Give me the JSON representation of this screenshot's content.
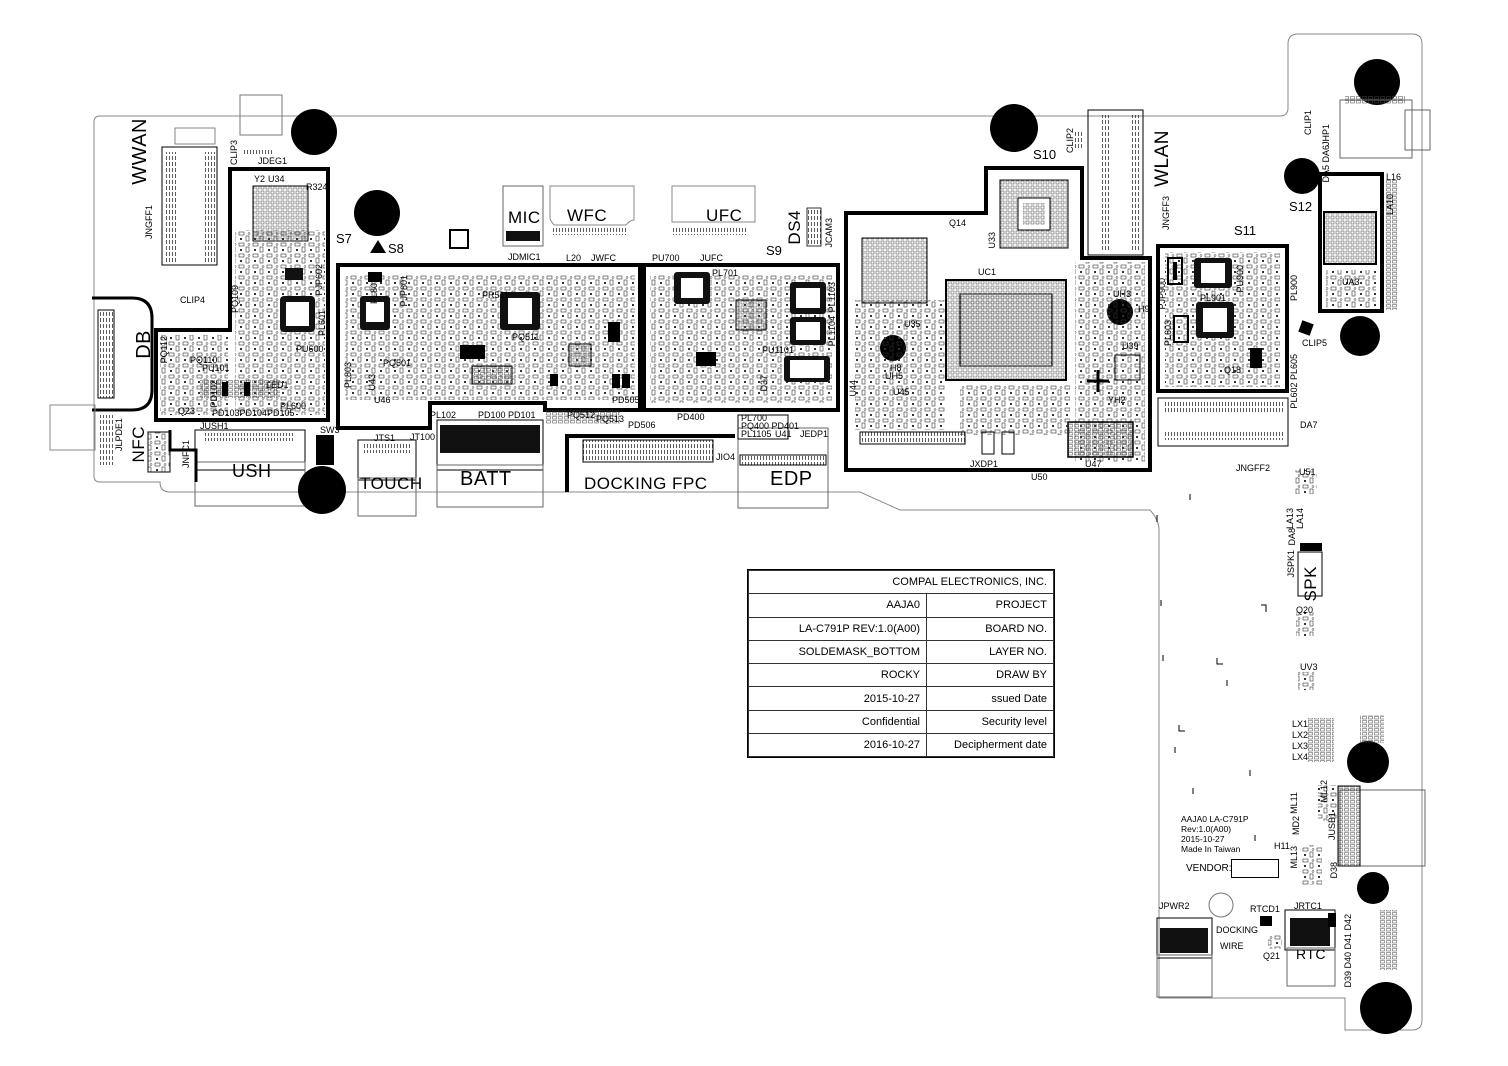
{
  "labels": {
    "wwan": "WWAN",
    "db": "DB",
    "nfc": "NFC",
    "ush": "USH",
    "touch": "TOUCH",
    "batt": "BATT",
    "docking_fpc": "DOCKING FPC",
    "edp": "EDP",
    "mic": "MIC",
    "wfc": "WFC",
    "ufc": "UFC",
    "ds4": "DS4",
    "wlan": "WLAN",
    "spk": "SPK",
    "rtc": "RTC",
    "s7": "S7",
    "s8": "S8",
    "s9": "S9",
    "s10": "S10",
    "s11": "S11",
    "s12": "S12"
  },
  "refs": {
    "jdeg1": "JDEG1",
    "jngff1": "JNGFF1",
    "clip3": "CLIP3",
    "clip4": "CLIP4",
    "u34": "U34",
    "y2": "Y2",
    "r324": "R324",
    "pjp602": "PJP602",
    "pu600": "PU600",
    "pl601": "PL601",
    "pl600": "PL600",
    "led1": "LED1",
    "pd103": "PD103PD104PD105",
    "pq109": "PQ109",
    "pq112": "PQ112",
    "pq110": "PQ110",
    "pu101": "PU101",
    "q23": "Q23",
    "pd102": "PD102",
    "jlpde1": "JLPDE1",
    "jnfc1": "JNFC1",
    "jush1": "JUSH1",
    "sw3": "SW3",
    "jts1": "JTS1",
    "jt100": "JT100",
    "pl102": "PL102",
    "pd100": "PD100 PD101",
    "pq512": "PQ512",
    "pq513": "PQ513",
    "pd506": "PD506",
    "jio4": "JIO4",
    "pd400": "PD400",
    "pl700": "PL700",
    "pq400": "PQ400 PD401",
    "pl1105": "PL1105",
    "u41": "U41",
    "jedp1": "JEDP1",
    "jdmic1": "JDMIC1",
    "l20": "L20",
    "jwfc": "JWFC",
    "pu700": "PU700",
    "jufc": "JUFC",
    "jcam3": "JCAM3",
    "pl701": "PL701",
    "pl1103": "PL1103",
    "pl1104": "PL1104",
    "pu1101": "PU1101",
    "d37": "D37",
    "pq511": "PQ511",
    "pq501": "PQ501",
    "pl801": "PL801",
    "pjp801": "PJP801",
    "pl803": "PL803",
    "u43": "U43",
    "u46": "U46",
    "pd505": "PD505",
    "pr511": "PR511",
    "u35": "U35",
    "q14": "Q14",
    "u33": "U33",
    "uc1": "UC1",
    "h8": "H8",
    "uh5": "UH5",
    "u45": "U45",
    "u44": "U44",
    "h9": "H9",
    "uh3": "UH3",
    "u39": "U39",
    "yh2": "YH2",
    "u47": "U47",
    "u50": "U50",
    "jxdp1": "JXDP1",
    "clip2": "CLIP2",
    "jngff3": "JNGFF3",
    "jngff2": "JNGFF2",
    "pl900": "PL900",
    "pl901": "PL901",
    "pjp900": "PJP900",
    "pl603": "PL603",
    "pl602": "PL602 PL605",
    "clip5": "CLIP5",
    "q18": "Q18",
    "pu900": "PU900",
    "clip1": "CLIP1",
    "jhp1": "JHP1",
    "da5": "DA5 DA6",
    "l16": "L16",
    "la10": "LA10",
    "ua3": "UA3",
    "da7": "DA7",
    "u51": "U51",
    "la13": "LA13",
    "la14": "LA14",
    "da8": "DA8",
    "jspk1": "JSPK1",
    "q20": "Q20",
    "uv3": "UV3",
    "lx1": "LX1",
    "lx2": "LX2",
    "lx3": "LX3",
    "lx4": "LX4",
    "ml11": "ML11",
    "ml12": "ML12",
    "md2": "MD2",
    "ml13": "ML13",
    "h11": "H11",
    "jusb1": "JUSB1",
    "d38": "D38",
    "jpwr2": "JPWR2",
    "rtcd1": "RTCD1",
    "jrtc1": "JRTC1",
    "q21": "Q21",
    "docking": "DOCKING",
    "wire": "WIRE",
    "d39": "D39 D40 D41 D42"
  },
  "title_block": {
    "company": "COMPAL ELECTRONICS, INC.",
    "rows": [
      {
        "key": "PROJECT",
        "value": "AAJA0"
      },
      {
        "key": "BOARD NO.",
        "value": "LA-C791P   REV:1.0(A00)"
      },
      {
        "key": "LAYER NO.",
        "value": "SOLDEMASK_BOTTOM"
      },
      {
        "key": "DRAW BY",
        "value": "ROCKY"
      },
      {
        "key": "ssued      Date",
        "value": "2015-10-27"
      },
      {
        "key": "Security level",
        "value": "Confidential"
      },
      {
        "key": "Decipherment date",
        "value": "2016-10-27"
      }
    ]
  },
  "board_info": {
    "line1": "AAJA0 LA-C791P",
    "line2": "Rev:1.0(A00)",
    "line3": "2015-10-27",
    "line4": "Made In Taiwan"
  },
  "vendor_label": "VENDOR:"
}
